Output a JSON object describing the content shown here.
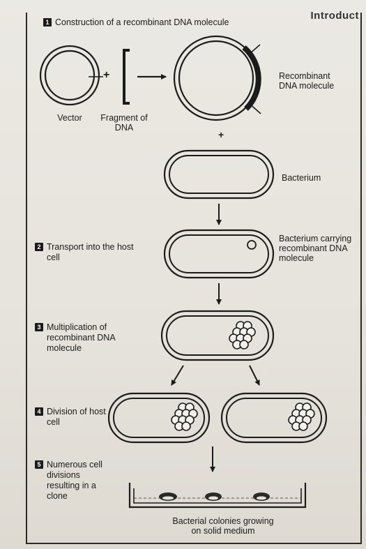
{
  "header_fragment": "Introduct",
  "steps": [
    {
      "number": "1",
      "label": "Construction of a recombinant DNA molecule"
    },
    {
      "number": "2",
      "label": "Transport into the host cell"
    },
    {
      "number": "3",
      "label": "Multiplication of recombinant DNA molecule"
    },
    {
      "number": "4",
      "label": "Division of host cell"
    },
    {
      "number": "5",
      "label": "Numerous cell divisions resulting in a clone"
    }
  ],
  "labels": {
    "vector": "Vector",
    "fragment": "Fragment of DNA",
    "recombinant": "Recombinant DNA molecule",
    "plus": "+",
    "bacterium": "Bacterium",
    "bacterium_carrying": "Bacterium carrying recombinant DNA molecule",
    "colonies": "Bacterial colonies growing on solid medium"
  }
}
